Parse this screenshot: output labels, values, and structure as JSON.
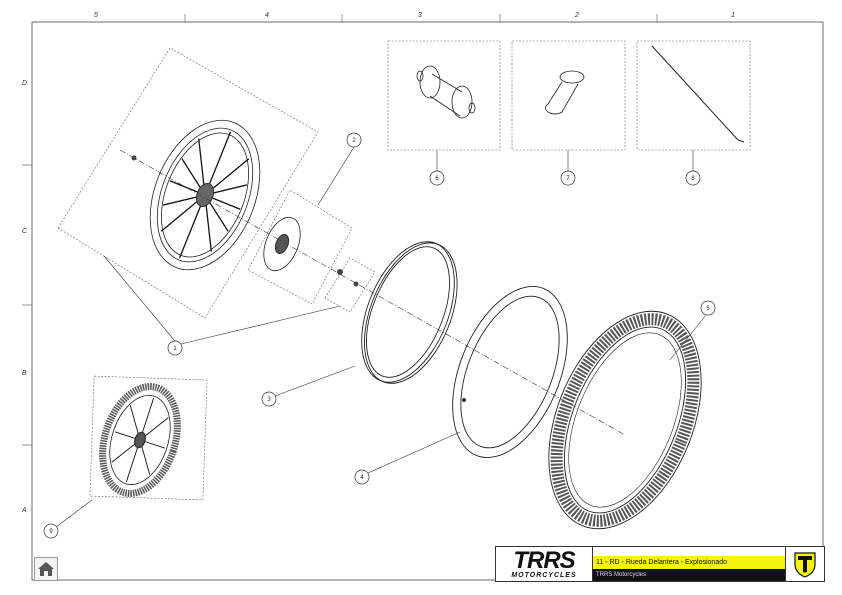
{
  "frame": {
    "columns": [
      "5",
      "4",
      "3",
      "2",
      "1"
    ],
    "rows": [
      "D",
      "C",
      "B",
      "A"
    ]
  },
  "balloons": [
    "1",
    "2",
    "3",
    "4",
    "5",
    "6",
    "7",
    "8",
    "9"
  ],
  "title_block": {
    "logo_main": "TRRS",
    "logo_sub": "MOTORCYCLES",
    "title": "11 - RD - Rueda Delantera - Explosionado",
    "subtitle": "TRRS Motorcycles"
  },
  "home_icon": "home-icon",
  "colors": {
    "accent_yellow": "#f4f410",
    "dark": "#111111"
  }
}
